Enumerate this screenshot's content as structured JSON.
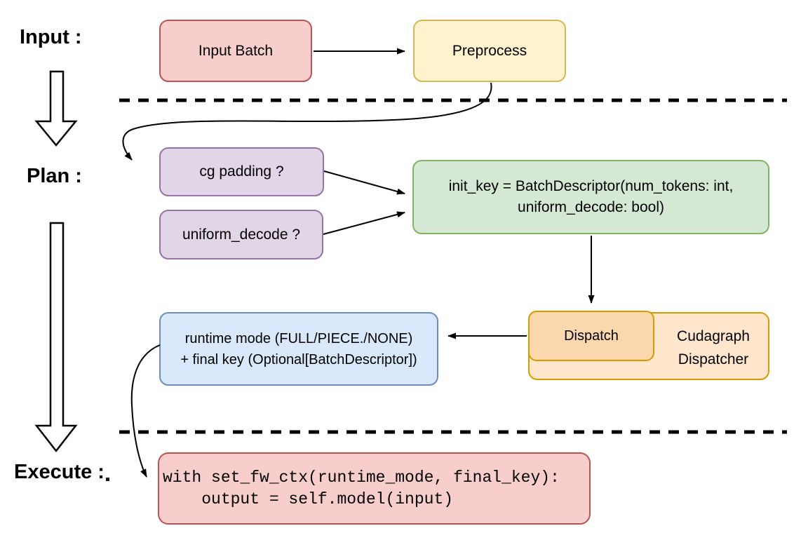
{
  "colors": {
    "red_fill": "#f8cecc",
    "red_stroke": "#b85450",
    "yellow_fill": "#fff2cc",
    "yellow_stroke": "#d6b656",
    "purple_fill": "#e1d5e7",
    "purple_stroke": "#9673a6",
    "green_fill": "#d5e8d4",
    "green_stroke": "#82b366",
    "orange_fill": "#ffe6cc",
    "orange_stroke": "#d79b00",
    "peach_fill": "#fad7ac",
    "blue_fill": "#dae8fc",
    "blue_stroke": "#6c8ebf",
    "line": "#000000"
  },
  "sections": {
    "input": {
      "label": "Input :"
    },
    "plan": {
      "label": "Plan :"
    },
    "execute": {
      "label": "Execute :"
    }
  },
  "nodes": {
    "input_batch": {
      "label": "Input Batch"
    },
    "preprocess": {
      "label": "Preprocess"
    },
    "cg_padding": {
      "label": "cg padding ?"
    },
    "uniform_decode": {
      "label": "uniform_decode ?"
    },
    "init_key": {
      "lines": [
        "init_key = BatchDescriptor(num_tokens: int,",
        "uniform_decode: bool)"
      ]
    },
    "dispatch": {
      "label": "Dispatch"
    },
    "cudagraph_dispatcher": {
      "lines": [
        "Cudagraph",
        "Dispatcher"
      ]
    },
    "runtime_mode": {
      "lines": [
        "runtime mode (FULL/PIECE./NONE)",
        "+ final key (Optional[BatchDescriptor])"
      ]
    },
    "execute_code": {
      "lines": [
        "with set_fw_ctx(runtime_mode, final_key):",
        "    output = self.model(input)"
      ]
    }
  },
  "edges": [
    {
      "from": "input_batch",
      "to": "preprocess"
    },
    {
      "from": "preprocess",
      "to": "cg_padding"
    },
    {
      "from": "cg_padding",
      "to": "init_key"
    },
    {
      "from": "uniform_decode",
      "to": "init_key"
    },
    {
      "from": "init_key",
      "to": "dispatch"
    },
    {
      "from": "dispatch",
      "to": "runtime_mode"
    },
    {
      "from": "runtime_mode",
      "to": "execute_code"
    }
  ]
}
